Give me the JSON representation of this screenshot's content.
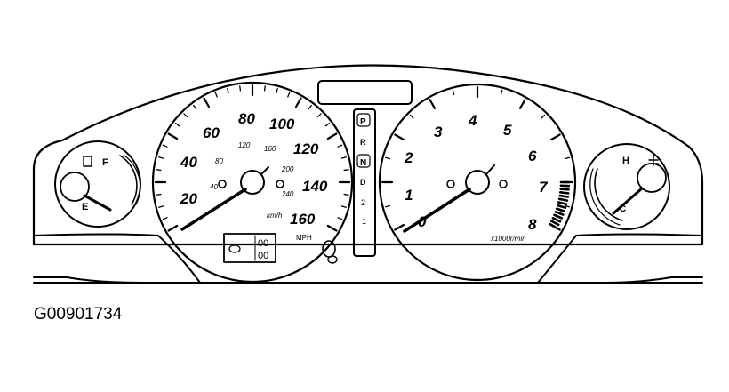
{
  "figure_id": "G00901734",
  "speedometer": {
    "mph_labels": [
      "20",
      "40",
      "60",
      "80",
      "100",
      "120",
      "140",
      "160"
    ],
    "kmh_labels": [
      "40",
      "80",
      "120",
      "160",
      "200",
      "240"
    ],
    "kmh_unit": "km/h",
    "mph_unit": "MPH"
  },
  "odometer": {
    "top": "00",
    "bottom": "00"
  },
  "tachometer": {
    "labels": [
      "0",
      "1",
      "2",
      "3",
      "4",
      "5",
      "6",
      "7",
      "8"
    ],
    "unit": "x1000r/min"
  },
  "gear_indicator": {
    "positions": [
      "P",
      "R",
      "N",
      "D",
      "2",
      "1"
    ]
  },
  "fuel_gauge": {
    "full": "F",
    "empty": "E"
  },
  "temp_gauge": {
    "hot": "H",
    "cold": "C"
  }
}
